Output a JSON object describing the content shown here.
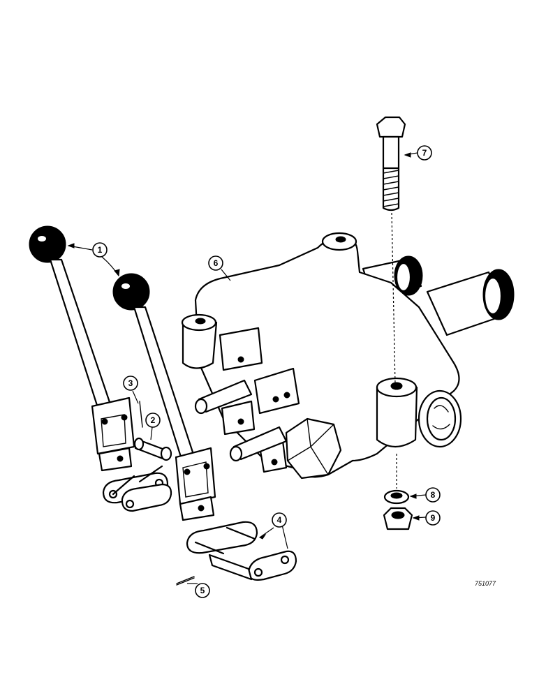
{
  "callouts": [
    {
      "id": "c1",
      "label": "1"
    },
    {
      "id": "c2",
      "label": "2"
    },
    {
      "id": "c3",
      "label": "3"
    },
    {
      "id": "c4",
      "label": "4"
    },
    {
      "id": "c5",
      "label": "5"
    },
    {
      "id": "c6",
      "label": "6"
    },
    {
      "id": "c7",
      "label": "7"
    },
    {
      "id": "c8",
      "label": "8"
    },
    {
      "id": "c9",
      "label": "9"
    }
  ],
  "reference_code": "751077",
  "colors": {
    "ink": "#000000",
    "paper": "#ffffff"
  }
}
